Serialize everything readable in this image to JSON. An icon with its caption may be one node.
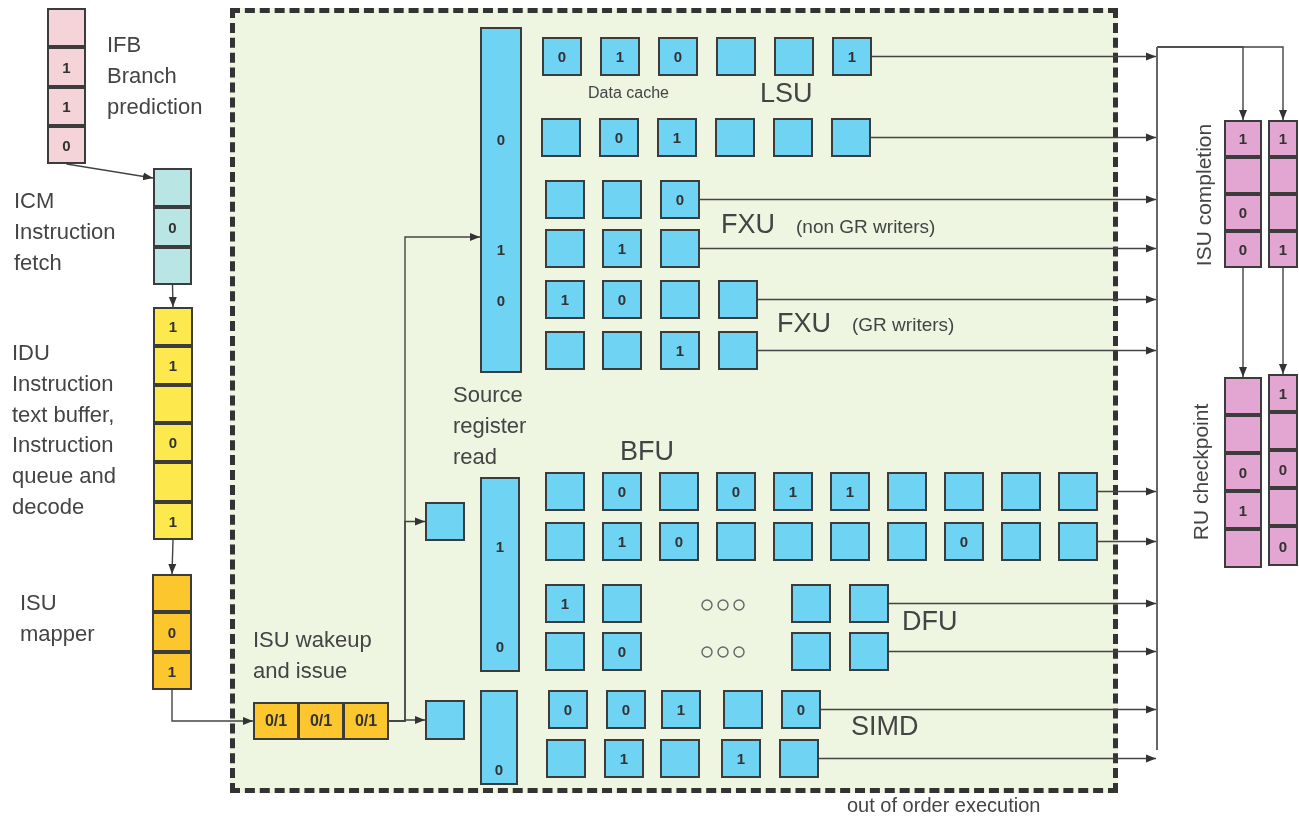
{
  "diagram": {
    "nodes": [
      {
        "text": [
          "out of order execution"
        ]
      },
      {
        "text": [],
        "shape": "box"
      },
      {
        "text": [
          "1"
        ]
      },
      {
        "text": [
          "1"
        ]
      },
      {
        "text": [
          "0"
        ]
      },
      {
        "text": [],
        "shape": "box"
      },
      {
        "text": [
          "0"
        ]
      },
      {
        "text": [],
        "shape": "box"
      },
      {
        "text": [
          "1"
        ]
      },
      {
        "text": [
          "1"
        ]
      },
      {
        "text": [],
        "shape": "box"
      },
      {
        "text": [
          "0"
        ]
      },
      {
        "text": [],
        "shape": "box"
      },
      {
        "text": [
          "1"
        ]
      },
      {
        "text": [],
        "shape": "box"
      },
      {
        "text": [
          "0"
        ]
      },
      {
        "text": [
          "1"
        ]
      },
      {
        "text": [
          "0/1"
        ],
        "in": 0
      },
      {
        "text": [
          "0/1"
        ],
        "in": 0
      },
      {
        "text": [
          "0/1"
        ],
        "in": 0
      },
      {
        "text": [],
        "shape": "box",
        "in": 0
      },
      {
        "text": [],
        "shape": "box",
        "in": 0
      },
      {
        "text": [
          "0",
          "1",
          "0"
        ],
        "in": 0
      },
      {
        "text": [
          "1",
          "0"
        ],
        "in": 0
      },
      {
        "text": [
          "0"
        ],
        "in": 0
      },
      {
        "text": [
          "0"
        ],
        "in": 0
      },
      {
        "text": [
          "1"
        ],
        "in": 0
      },
      {
        "text": [
          "0"
        ],
        "in": 0
      },
      {
        "text": [],
        "shape": "box",
        "in": 0
      },
      {
        "text": [],
        "shape": "box",
        "in": 0
      },
      {
        "text": [
          "1"
        ],
        "in": 0
      },
      {
        "text": [],
        "shape": "box",
        "in": 0
      },
      {
        "text": [
          "0"
        ],
        "in": 0
      },
      {
        "text": [
          "1"
        ],
        "in": 0
      },
      {
        "text": [],
        "shape": "box",
        "in": 0
      },
      {
        "text": [],
        "shape": "box",
        "in": 0
      },
      {
        "text": [],
        "shape": "box",
        "in": 0
      },
      {
        "text": [],
        "shape": "box",
        "in": 0
      },
      {
        "text": [],
        "shape": "box",
        "in": 0
      },
      {
        "text": [
          "0"
        ],
        "in": 0
      },
      {
        "text": [],
        "shape": "box",
        "in": 0
      },
      {
        "text": [
          "1"
        ],
        "in": 0
      },
      {
        "text": [],
        "shape": "box",
        "in": 0
      },
      {
        "text": [
          "1"
        ],
        "in": 0
      },
      {
        "text": [
          "0"
        ],
        "in": 0
      },
      {
        "text": [],
        "shape": "box",
        "in": 0
      },
      {
        "text": [],
        "shape": "box",
        "in": 0
      },
      {
        "text": [],
        "shape": "box",
        "in": 0
      },
      {
        "text": [],
        "shape": "box",
        "in": 0
      },
      {
        "text": [
          "1"
        ],
        "in": 0
      },
      {
        "text": [],
        "shape": "box",
        "in": 0
      },
      {
        "text": [],
        "shape": "box",
        "in": 0
      },
      {
        "text": [
          "0"
        ],
        "in": 0
      },
      {
        "text": [],
        "shape": "box",
        "in": 0
      },
      {
        "text": [
          "0"
        ],
        "in": 0
      },
      {
        "text": [
          "1"
        ],
        "in": 0
      },
      {
        "text": [
          "1"
        ],
        "in": 0
      },
      {
        "text": [],
        "shape": "box",
        "in": 0
      },
      {
        "text": [],
        "shape": "box",
        "in": 0
      },
      {
        "text": [],
        "shape": "box",
        "in": 0
      },
      {
        "text": [],
        "shape": "box",
        "in": 0
      },
      {
        "text": [],
        "shape": "box",
        "in": 0
      },
      {
        "text": [
          "1"
        ],
        "in": 0
      },
      {
        "text": [
          "0"
        ],
        "in": 0
      },
      {
        "text": [],
        "shape": "box",
        "in": 0
      },
      {
        "text": [],
        "shape": "box",
        "in": 0
      },
      {
        "text": [],
        "shape": "box",
        "in": 0
      },
      {
        "text": [],
        "shape": "box",
        "in": 0
      },
      {
        "text": [
          "0"
        ],
        "in": 0
      },
      {
        "text": [],
        "shape": "box",
        "in": 0
      },
      {
        "text": [],
        "shape": "box",
        "in": 0
      },
      {
        "text": [
          "1"
        ],
        "in": 0
      },
      {
        "text": [],
        "shape": "box",
        "in": 0
      },
      {
        "text": [],
        "shape": "box",
        "in": 0
      },
      {
        "text": [],
        "shape": "box",
        "in": 0
      },
      {
        "text": [],
        "shape": "box",
        "in": 0
      },
      {
        "text": [
          "0"
        ],
        "in": 0
      },
      {
        "text": [],
        "shape": "box",
        "in": 0
      },
      {
        "text": [],
        "shape": "box",
        "in": 0
      },
      {
        "text": [
          "0"
        ],
        "in": 0
      },
      {
        "text": [
          "0"
        ],
        "in": 0
      },
      {
        "text": [
          "1"
        ],
        "in": 0
      },
      {
        "text": [],
        "shape": "box",
        "in": 0
      },
      {
        "text": [
          "0"
        ],
        "in": 0
      },
      {
        "text": [],
        "shape": "box",
        "in": 0
      },
      {
        "text": [
          "1"
        ],
        "in": 0
      },
      {
        "text": [],
        "shape": "box",
        "in": 0
      },
      {
        "text": [
          "1"
        ],
        "in": 0
      },
      {
        "text": [],
        "shape": "box",
        "in": 0
      },
      {
        "text": [],
        "shape": "bar"
      },
      {
        "text": [
          "1"
        ]
      },
      {
        "text": [],
        "shape": "box"
      },
      {
        "text": [
          "0"
        ]
      },
      {
        "text": [
          "0"
        ]
      },
      {
        "text": [
          "1"
        ]
      },
      {
        "text": [],
        "shape": "box"
      },
      {
        "text": [],
        "shape": "box"
      },
      {
        "text": [
          "1"
        ]
      },
      {
        "text": [],
        "shape": "box"
      },
      {
        "text": [],
        "shape": "box"
      },
      {
        "text": [
          "0"
        ]
      },
      {
        "text": [
          "1"
        ]
      },
      {
        "text": [],
        "shape": "box"
      },
      {
        "text": [
          "1"
        ]
      },
      {
        "text": [],
        "shape": "box"
      },
      {
        "text": [
          "0"
        ]
      },
      {
        "text": [],
        "shape": "box"
      },
      {
        "text": [
          "0"
        ]
      }
    ],
    "edges": [
      {
        "from": 4,
        "to": 5,
        "arrow": "to"
      },
      {
        "from": 7,
        "to": 8,
        "arrow": "to"
      },
      {
        "from": 13,
        "to": 14,
        "arrow": "to"
      },
      {
        "from": 16,
        "to": 17,
        "arrow": "to"
      },
      {
        "from": 19,
        "to": 22,
        "arrow": "to"
      },
      {
        "from": 19,
        "to": 20,
        "arrow": "to"
      },
      {
        "from": 19,
        "to": 21,
        "arrow": "to"
      },
      {
        "from": 30,
        "to": 89,
        "arrow": "to"
      },
      {
        "from": 36,
        "to": 89,
        "arrow": "to"
      },
      {
        "from": 39,
        "to": 89,
        "arrow": "to"
      },
      {
        "from": 42,
        "to": 89,
        "arrow": "to"
      },
      {
        "from": 46,
        "to": 89,
        "arrow": "to"
      },
      {
        "from": 50,
        "to": 89,
        "arrow": "to"
      },
      {
        "from": 60,
        "to": 89,
        "arrow": "to"
      },
      {
        "from": 70,
        "to": 89,
        "arrow": "to"
      },
      {
        "from": 74,
        "to": 89,
        "arrow": "to"
      },
      {
        "from": 78,
        "to": 89,
        "arrow": "to"
      },
      {
        "from": 83,
        "to": 89,
        "arrow": "to"
      },
      {
        "from": 88,
        "to": 89,
        "arrow": "to"
      },
      {
        "from": 89,
        "to": 90,
        "arrow": "to"
      },
      {
        "from": 89,
        "to": 94,
        "arrow": "to"
      },
      {
        "from": 93,
        "to": 98,
        "arrow": "to"
      },
      {
        "from": 97,
        "to": 103,
        "arrow": "to"
      }
    ],
    "labels": [
      "IFB Branch prediction",
      "ICM Instruction fetch",
      "IDU Instruction text buffer, Instruction queue and decode",
      "ISU mapper",
      "ISU wakeup and issue",
      "Source register read",
      "Data cache",
      "LSU",
      "FXU",
      "(non GR writers)",
      "FXU",
      "(GR writers)",
      "BFU",
      "DFU",
      "SIMD",
      "ISU completion",
      "RU checkpoint"
    ]
  }
}
